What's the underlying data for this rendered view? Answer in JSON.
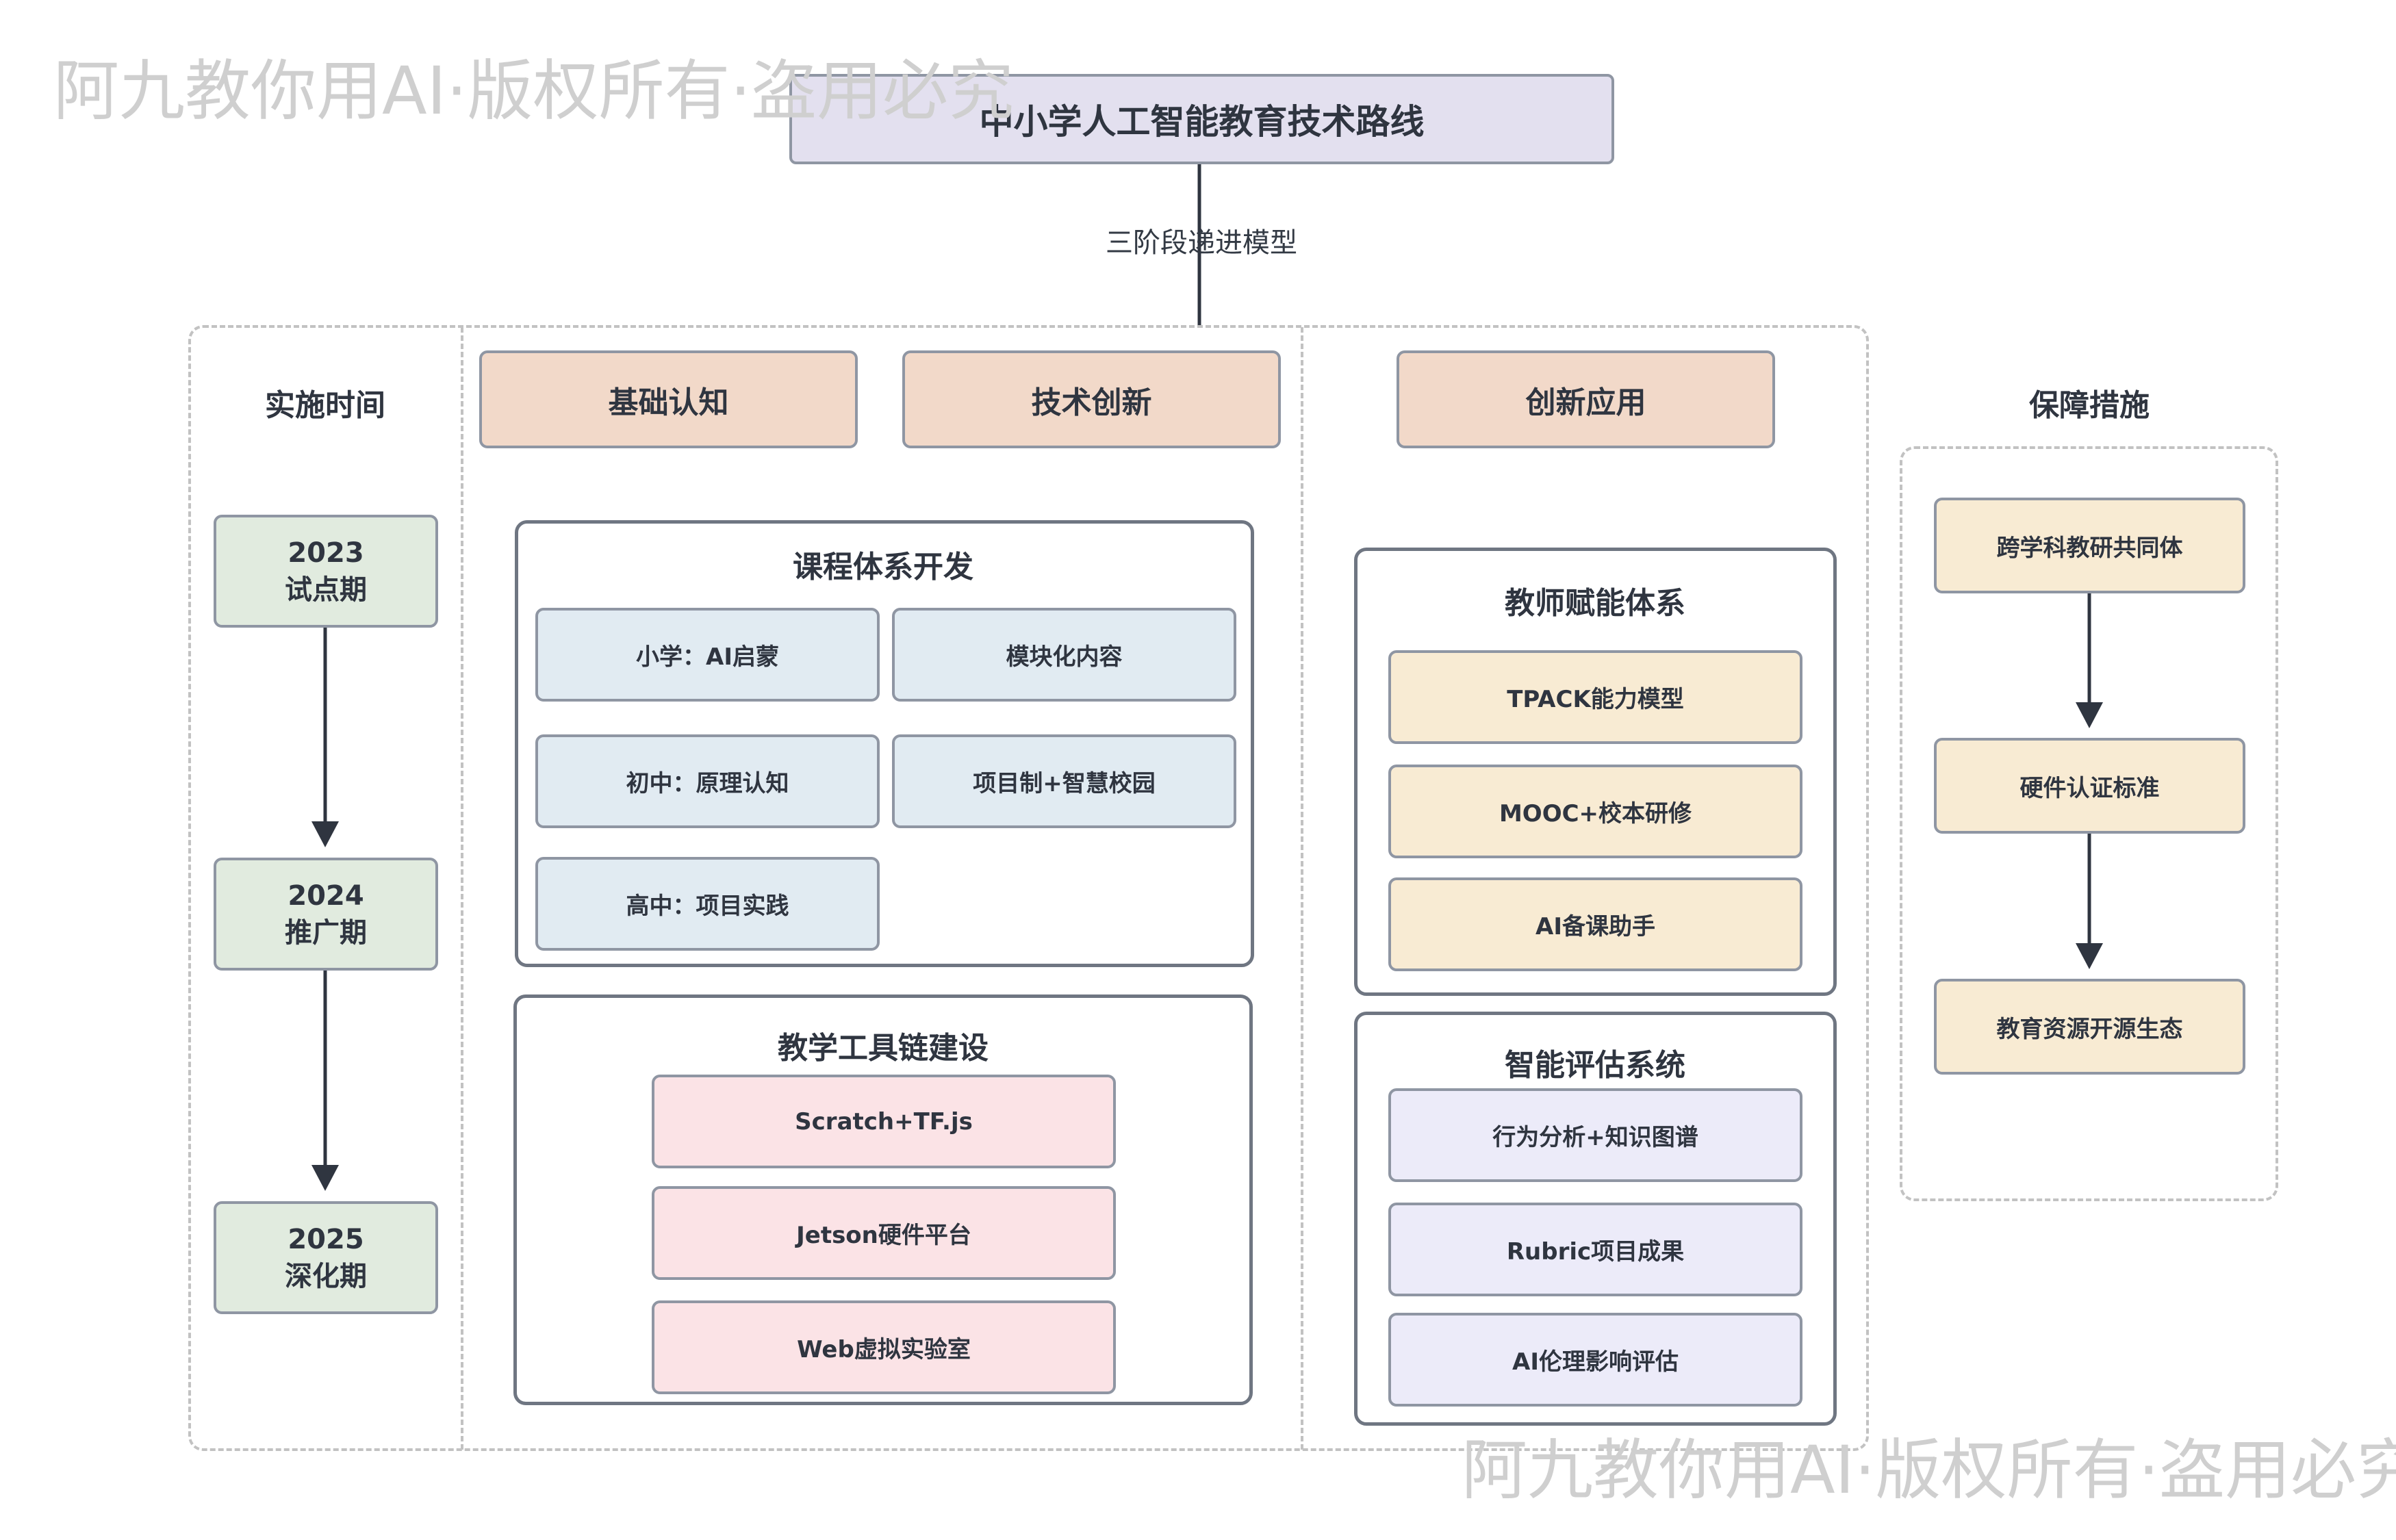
{
  "title": "中小学人工智能教育技术路线",
  "model_label": "三阶段递进模型",
  "timeline": {
    "heading": "实施时间",
    "items": [
      {
        "year": "2023",
        "phase": "试点期"
      },
      {
        "year": "2024",
        "phase": "推广期"
      },
      {
        "year": "2025",
        "phase": "深化期"
      }
    ]
  },
  "stages": {
    "basic": "基础认知",
    "tech": "技术创新",
    "apply": "创新应用"
  },
  "curriculum": {
    "heading": "课程体系开发",
    "items": [
      "小学：AI启蒙",
      "模块化内容",
      "初中：原理认知",
      "项目制+智慧校园",
      "高中：项目实践"
    ]
  },
  "toolchain": {
    "heading": "教学工具链建设",
    "items": [
      "Scratch+TF.js",
      "Jetson硬件平台",
      "Web虚拟实验室"
    ]
  },
  "teacher": {
    "heading": "教师赋能体系",
    "items": [
      "TPACK能力模型",
      "MOOC+校本研修",
      "AI备课助手"
    ]
  },
  "evaluation": {
    "heading": "智能评估系统",
    "items": [
      "行为分析+知识图谱",
      "Rubric项目成果",
      "AI伦理影响评估"
    ]
  },
  "support": {
    "heading": "保障措施",
    "items": [
      "跨学科教研共同体",
      "硬件认证标准",
      "教育资源开源生态"
    ]
  },
  "watermark": "阿九教你用AI·版权所有·盗用必究",
  "colors": {
    "stage": "#f2d9c9",
    "timeline": "#e1ebdf",
    "curriculum": "#e1ebf2",
    "toolchain": "#fbe3e6",
    "teacher": "#f8ebd3",
    "evaluation": "#ecebf9",
    "title": "#e3e0ef"
  }
}
